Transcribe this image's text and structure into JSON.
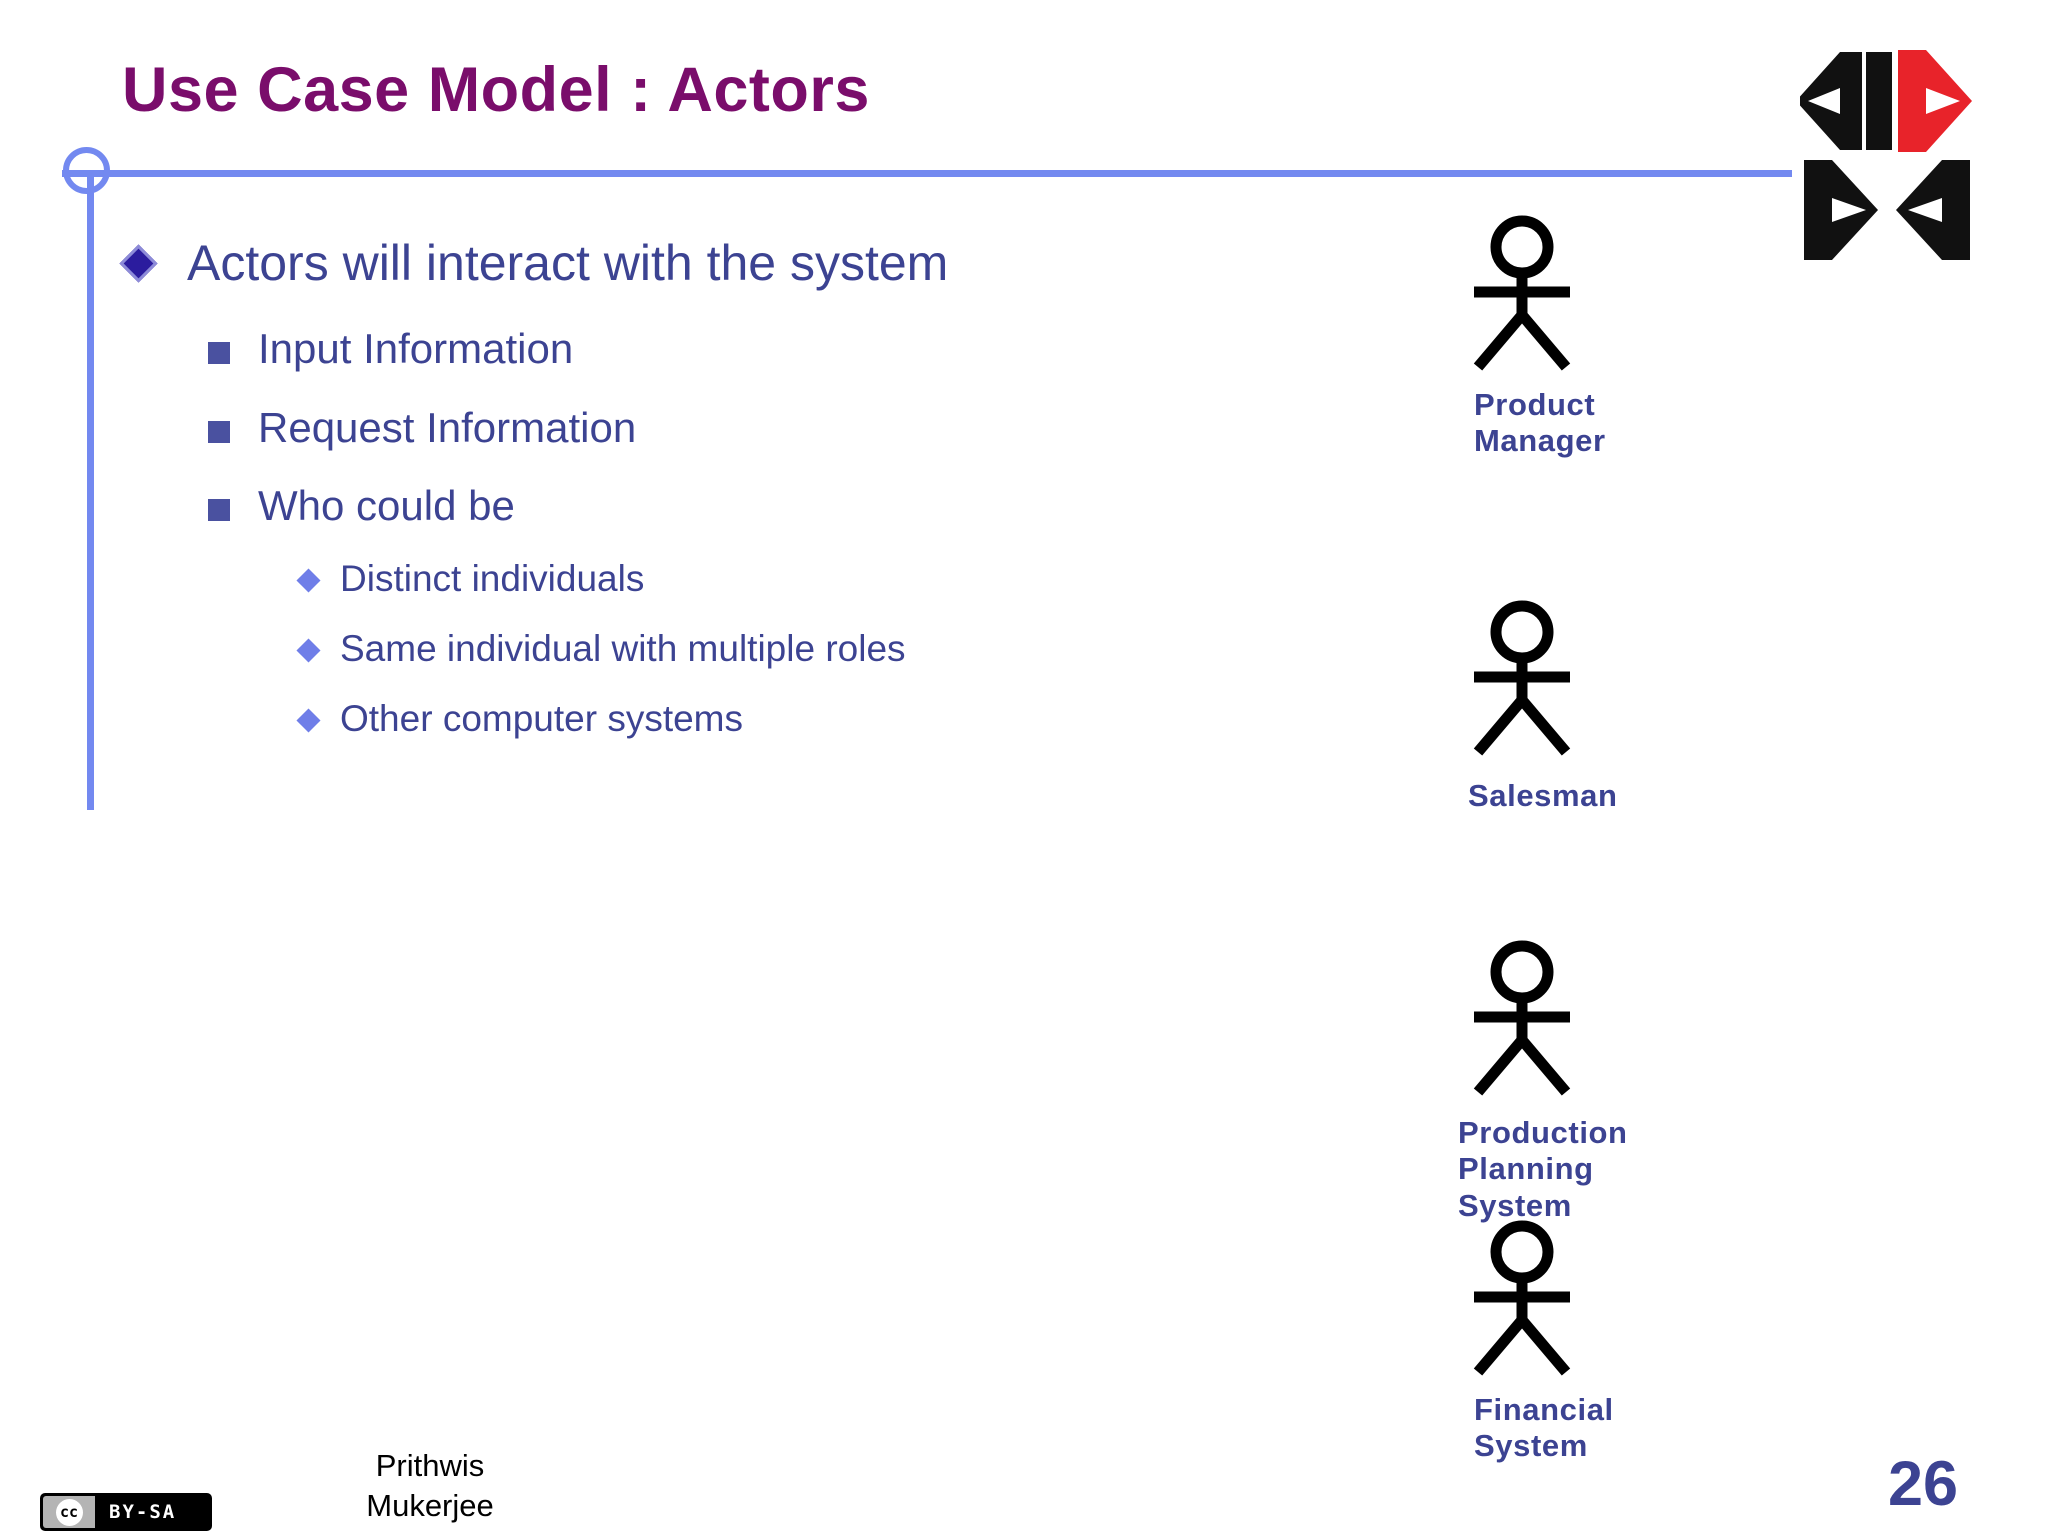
{
  "slide": {
    "title": "Use Case Model : Actors",
    "page_number": "26",
    "author": "Prithwis\nMukerjee",
    "accent_rule_color": "#7389F0",
    "title_color": "#7A0D6B",
    "body_text_color": "#3C4392",
    "background_color": "#ffffff"
  },
  "license": {
    "mark": "cc",
    "terms": "BY-SA"
  },
  "logo": {
    "name": "kk-logo",
    "black_color": "#111111",
    "red_color": "#E8232A"
  },
  "body": {
    "level1": [
      {
        "text": "Actors will interact with the system"
      }
    ],
    "level2": [
      {
        "text": "Input Information"
      },
      {
        "text": "Request Information"
      },
      {
        "text": "Who could be"
      }
    ],
    "level3": [
      {
        "text": "Distinct individuals"
      },
      {
        "text": "Same individual with multiple roles"
      },
      {
        "text": "Other computer systems"
      }
    ]
  },
  "actors": [
    {
      "label": "Product\nManager",
      "figure": "stick-figure-actor"
    },
    {
      "label": "Salesman",
      "figure": "stick-figure-actor"
    },
    {
      "label": "Production\nPlanning\nSystem",
      "figure": "stick-figure-actor"
    },
    {
      "label": "Financial\nSystem",
      "figure": "stick-figure-actor"
    }
  ]
}
